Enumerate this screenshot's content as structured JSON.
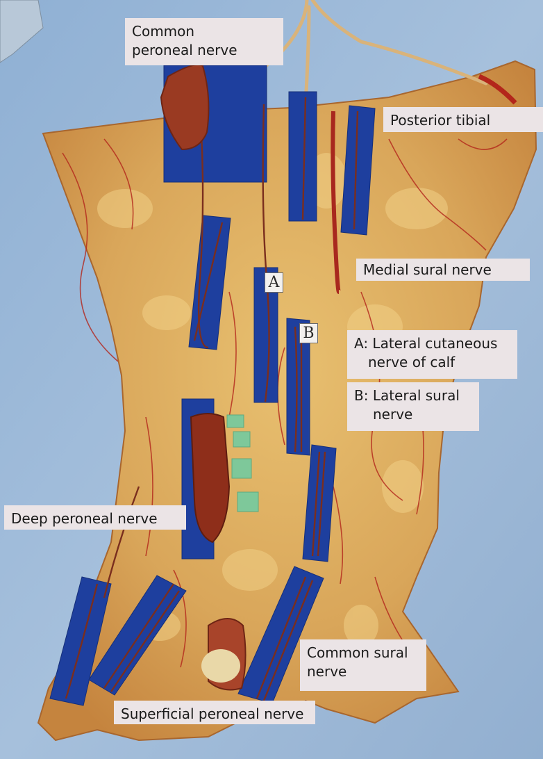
{
  "labels": {
    "common_peroneal": [
      "Common",
      "peroneal nerve"
    ],
    "posterior_tibial": "Posterior tibial",
    "medial_sural": "Medial sural nerve",
    "lateral_cutaneous": [
      "A: Lateral cutaneous",
      "nerve of calf"
    ],
    "lateral_sural": [
      "B: Lateral sural",
      "nerve"
    ],
    "deep_peroneal": "Deep peroneal nerve",
    "common_sural": [
      "Common sural",
      "nerve"
    ],
    "superficial_peroneal": "Superficial peroneal nerve"
  },
  "markers": {
    "a": "A",
    "b": "B"
  },
  "colors": {
    "background": "#9db8d6",
    "tissue": "#d7a55a",
    "tissue_shadow": "#b8783a",
    "vessel": "#b3261b",
    "nerve": "#8a3a24",
    "blue_strip": "#1e3f9e",
    "green_marker": "#7ec89a",
    "label_bg": "#ebe4e6"
  }
}
